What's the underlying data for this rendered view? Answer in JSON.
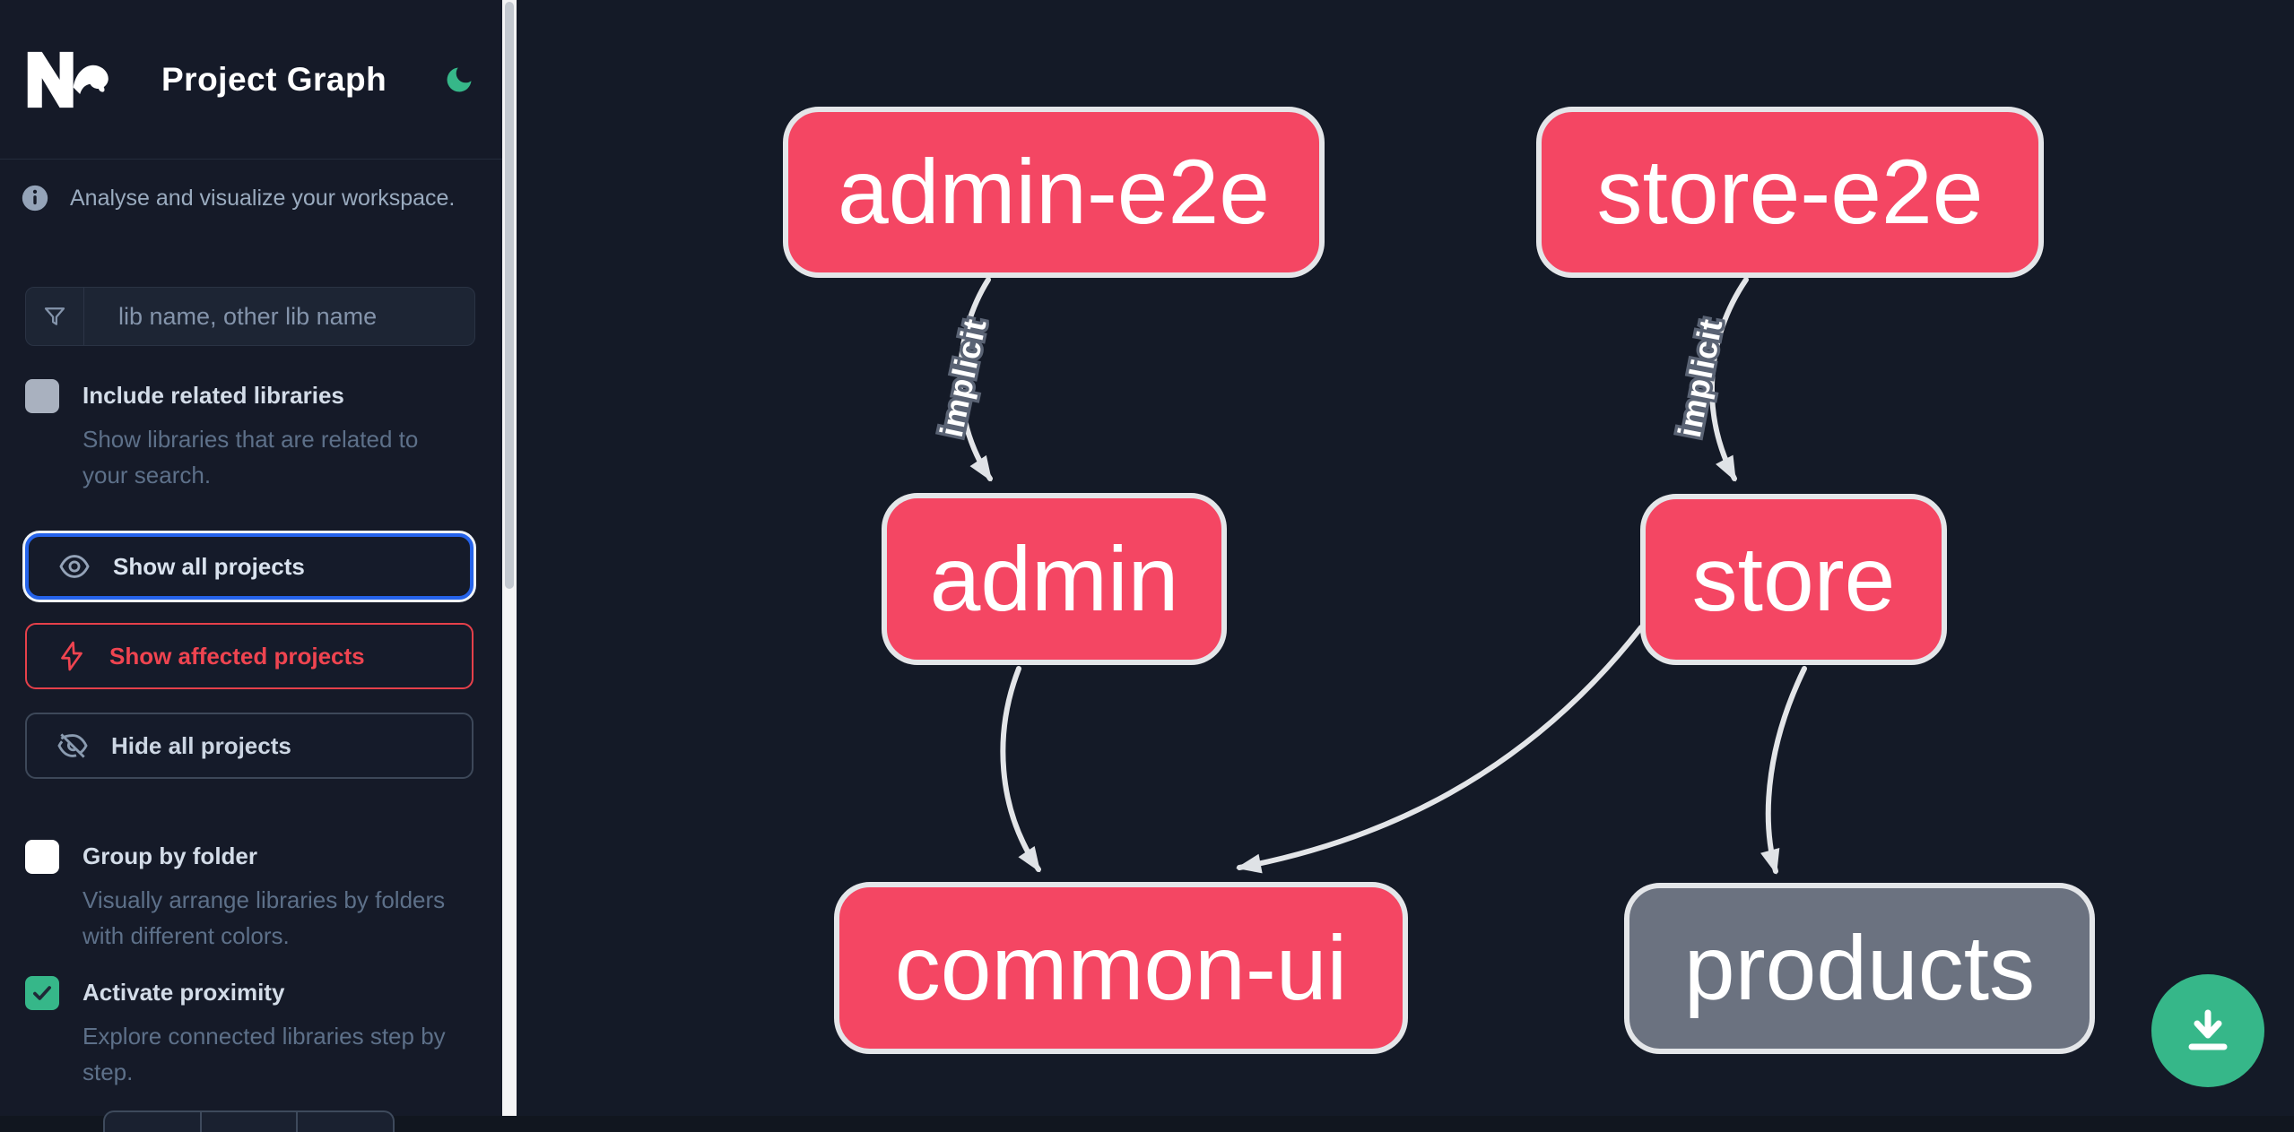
{
  "header": {
    "title": "Project Graph"
  },
  "info": {
    "text": "Analyse and visualize your workspace."
  },
  "search": {
    "placeholder": "lib name, other lib name",
    "value": ""
  },
  "options": {
    "include_related": {
      "label": "Include related libraries",
      "description": "Show libraries that are related to your search.",
      "checked": false
    },
    "group_by_folder": {
      "label": "Group by folder",
      "description": "Visually arrange libraries by folders with different colors.",
      "checked": false
    },
    "activate_proximity": {
      "label": "Activate proximity",
      "description": "Explore connected libraries step by step.",
      "checked": true
    }
  },
  "actions": {
    "show_all": "Show all projects",
    "show_affected": "Show affected projects",
    "hide_all": "Hide all projects"
  },
  "graph": {
    "nodes": [
      {
        "id": "admin-e2e",
        "label": "admin-e2e",
        "color": "#f44663"
      },
      {
        "id": "store-e2e",
        "label": "store-e2e",
        "color": "#f44663"
      },
      {
        "id": "admin",
        "label": "admin",
        "color": "#f44663"
      },
      {
        "id": "store",
        "label": "store",
        "color": "#f44663"
      },
      {
        "id": "common-ui",
        "label": "common-ui",
        "color": "#f44663"
      },
      {
        "id": "products",
        "label": "products",
        "color": "#6b7280"
      }
    ],
    "edges": [
      {
        "source": "admin-e2e",
        "target": "admin",
        "label": "implicit"
      },
      {
        "source": "store-e2e",
        "target": "store",
        "label": "implicit"
      },
      {
        "source": "admin",
        "target": "common-ui",
        "label": ""
      },
      {
        "source": "store",
        "target": "common-ui",
        "label": ""
      },
      {
        "source": "store",
        "target": "products",
        "label": ""
      }
    ]
  },
  "fab": {
    "action": "download-graph-image"
  },
  "colors": {
    "node_pink": "#f44663",
    "node_gray": "#6b7280",
    "accent_green": "#36b789",
    "focus_blue": "#2563eb",
    "danger_red": "#e5404a",
    "edge_gray": "#e3e5e8"
  }
}
